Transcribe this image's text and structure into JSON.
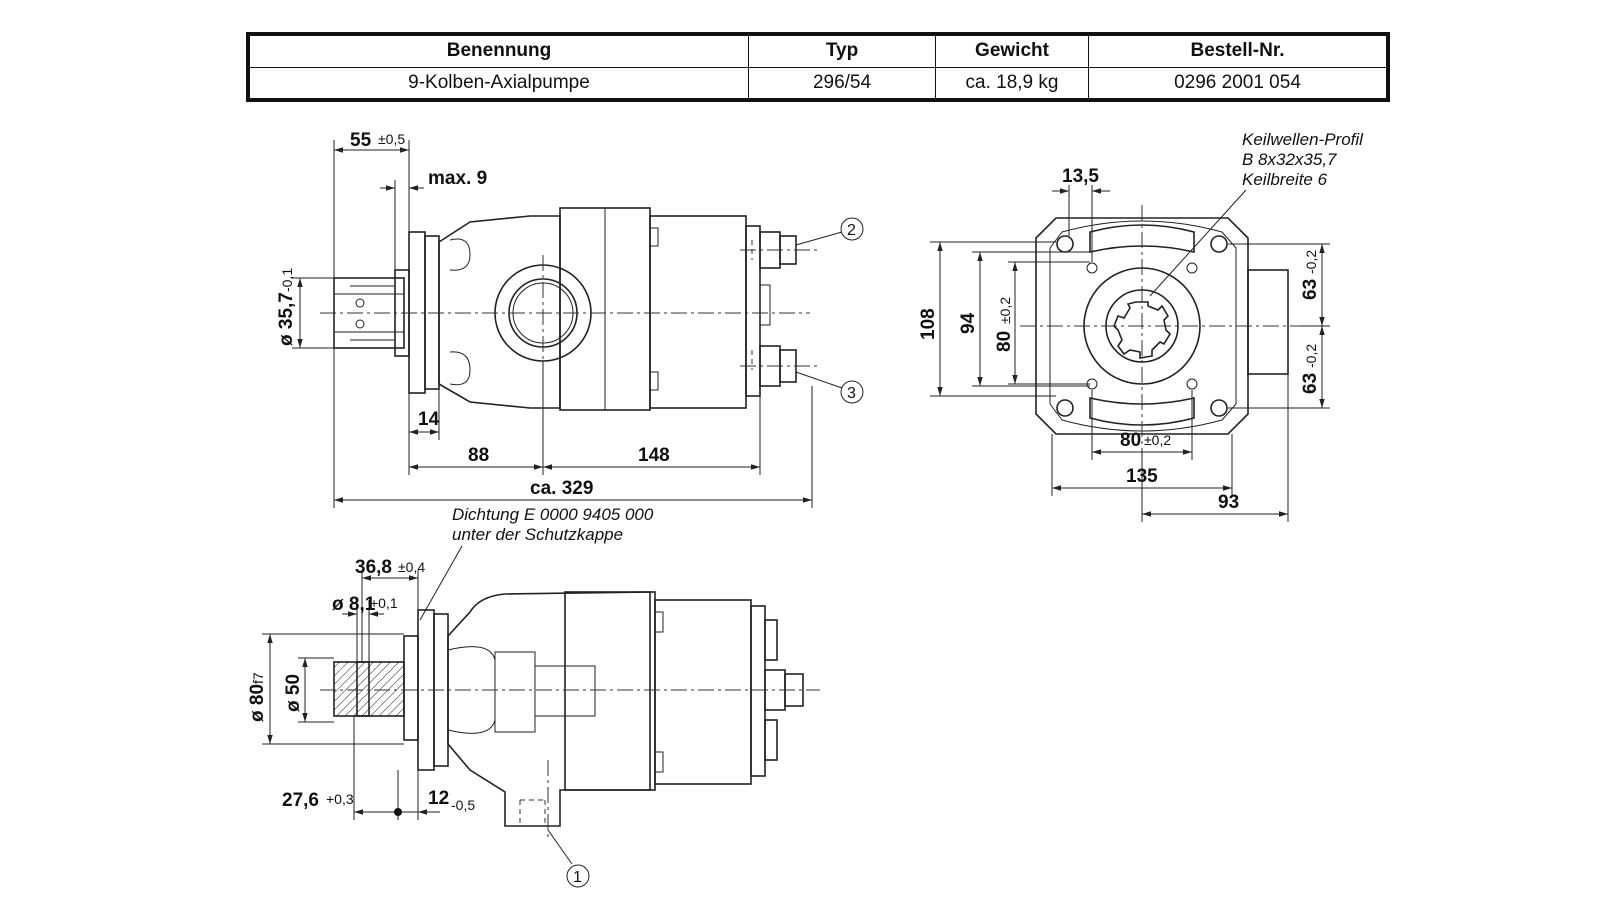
{
  "table": {
    "headers": [
      "Benennung",
      "Typ",
      "Gewicht",
      "Bestell-Nr."
    ],
    "row": [
      "9-Kolben-Axialpumpe",
      "296/54",
      "ca. 18,9 kg",
      "0296 2001 054"
    ]
  },
  "side_view": {
    "dim_55": "55",
    "tol_55": "±0,5",
    "dim_max9": "max. 9",
    "dim_dia357": "ø 35,7",
    "tol_dia357": "-0,1",
    "dim_14": "14",
    "dim_88": "88",
    "dim_148": "148",
    "dim_329": "ca. 329",
    "callout_2": "2",
    "callout_3": "3"
  },
  "front_view": {
    "dim_135_top": "13,5",
    "spline_note": [
      "Keilwellen-Profil",
      "B 8x32x35,7",
      "Keilbreite 6"
    ],
    "dim_108": "108",
    "dim_94": "94",
    "dim_80v": "80",
    "tol_80v": "±0,2",
    "dim_63a": "63",
    "tol_63a": "-0,2",
    "dim_63b": "63",
    "tol_63b": "-0,2",
    "dim_80h": "80",
    "tol_80h": "±0,2",
    "dim_135": "135",
    "dim_93": "93"
  },
  "bottom_view": {
    "seal_note": [
      "Dichtung E 0000 9405 000",
      "unter der Schutzkappe"
    ],
    "dim_368": "36,8",
    "tol_368": "±0,4",
    "dim_dia81": "ø 8,1",
    "tol_dia81": "+0,1",
    "dim_dia80": "ø 80",
    "tol_dia80": "f7",
    "dim_dia50": "ø 50",
    "dim_276": "27,6",
    "tol_276": "+0,3",
    "dim_12": "12",
    "tol_12": "-0,5",
    "callout_1": "1"
  }
}
